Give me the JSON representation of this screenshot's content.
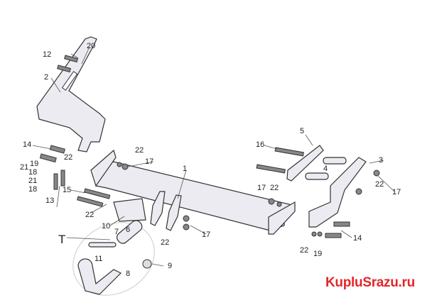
{
  "labels": [
    "12",
    "20",
    "2",
    "14",
    "22",
    "21",
    "19",
    "18",
    "21",
    "18",
    "13",
    "15",
    "22",
    "22",
    "17",
    "1",
    "10",
    "T",
    "7",
    "6",
    "11",
    "8",
    "9",
    "22",
    "17",
    "5",
    "16",
    "4",
    "3",
    "22",
    "17",
    "17",
    "22",
    "22",
    "19",
    "14"
  ],
  "watermark": "KupluSrazu.ru"
}
